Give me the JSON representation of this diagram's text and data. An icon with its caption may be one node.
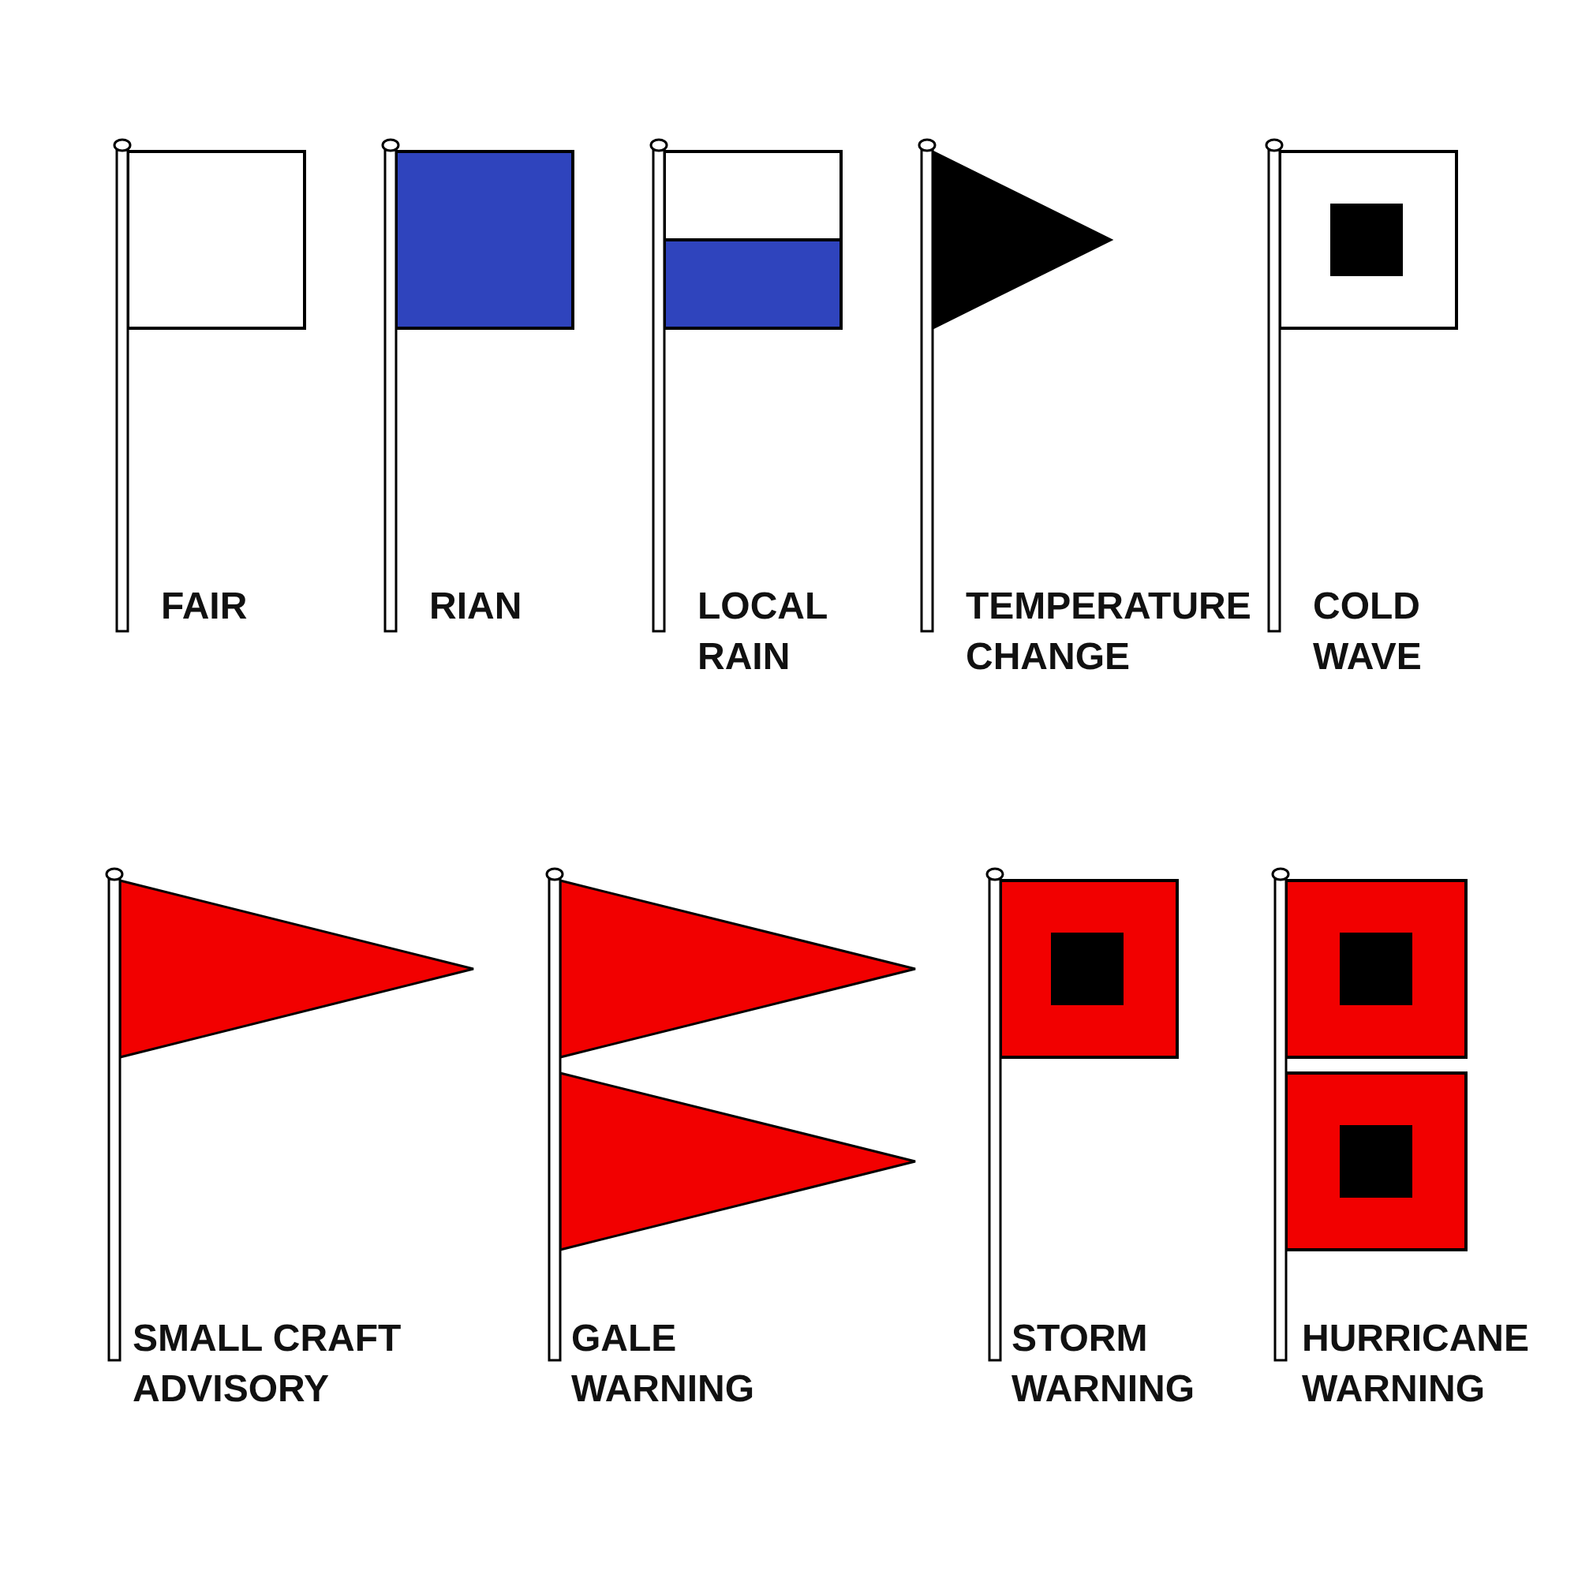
{
  "diagram": {
    "labels": [
      "FAIR",
      "RIAN",
      "LOCAL RAIN",
      "TEMPERATURE CHANGE",
      "COLD WAVE",
      "SMALL CRAFT ADVISORY",
      "GALE WARNING",
      "STORM WARNING",
      "HURRICANE WARNING"
    ]
  }
}
